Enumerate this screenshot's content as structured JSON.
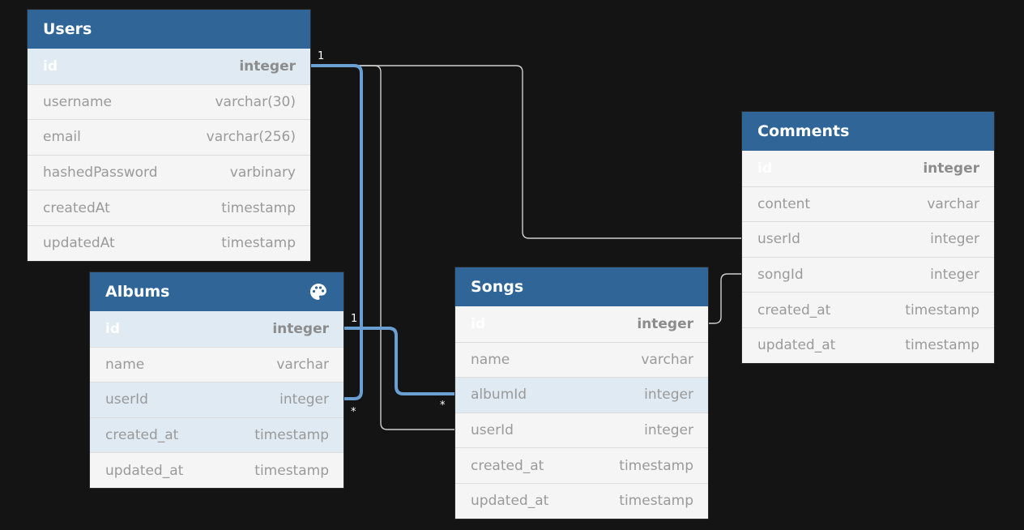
{
  "tables": {
    "users": {
      "title": "Users",
      "rows": [
        {
          "name": "id",
          "type": "integer"
        },
        {
          "name": "username",
          "type": "varchar(30)"
        },
        {
          "name": "email",
          "type": "varchar(256)"
        },
        {
          "name": "hashedPassword",
          "type": "varbinary"
        },
        {
          "name": "createdAt",
          "type": "timestamp"
        },
        {
          "name": "updatedAt",
          "type": "timestamp"
        }
      ]
    },
    "albums": {
      "title": "Albums",
      "icon": "palette-icon",
      "rows": [
        {
          "name": "id",
          "type": "integer"
        },
        {
          "name": "name",
          "type": "varchar"
        },
        {
          "name": "userId",
          "type": "integer"
        },
        {
          "name": "created_at",
          "type": "timestamp"
        },
        {
          "name": "updated_at",
          "type": "timestamp"
        }
      ]
    },
    "songs": {
      "title": "Songs",
      "rows": [
        {
          "name": "id",
          "type": "integer"
        },
        {
          "name": "name",
          "type": "varchar"
        },
        {
          "name": "albumId",
          "type": "integer"
        },
        {
          "name": "userId",
          "type": "integer"
        },
        {
          "name": "created_at",
          "type": "timestamp"
        },
        {
          "name": "updated_at",
          "type": "timestamp"
        }
      ]
    },
    "comments": {
      "title": "Comments",
      "rows": [
        {
          "name": "id",
          "type": "integer"
        },
        {
          "name": "content",
          "type": "varchar"
        },
        {
          "name": "userId",
          "type": "integer"
        },
        {
          "name": "songId",
          "type": "integer"
        },
        {
          "name": "created_at",
          "type": "timestamp"
        },
        {
          "name": "updated_at",
          "type": "timestamp"
        }
      ]
    }
  },
  "relationships": [
    {
      "from": "users.id",
      "to": "albums.userId",
      "from_card": "1",
      "to_card": "*",
      "highlighted": true
    },
    {
      "from": "albums.id",
      "to": "songs.albumId",
      "from_card": "1",
      "to_card": "*",
      "highlighted": true
    },
    {
      "from": "users.id",
      "to": "songs.userId",
      "highlighted": false
    },
    {
      "from": "users.id",
      "to": "comments.userId",
      "highlighted": false
    },
    {
      "from": "songs.id",
      "to": "comments.songId",
      "highlighted": false
    }
  ],
  "colors": {
    "background": "#141414",
    "header": "#2f6597",
    "row": "#f5f5f5",
    "row_highlight": "#dfeaf2",
    "relation": "#cfcfcf",
    "relation_highlight": "#6a9fd4"
  }
}
